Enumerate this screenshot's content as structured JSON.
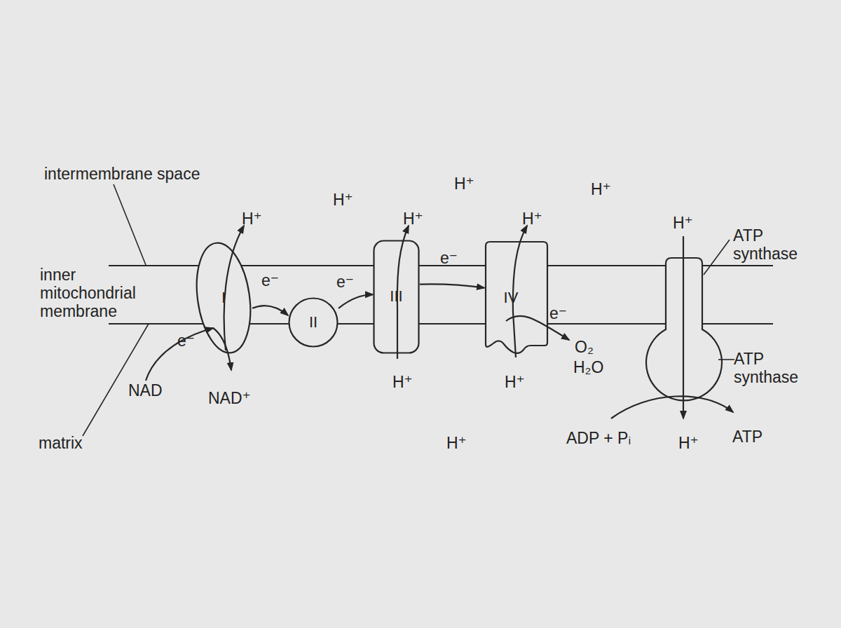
{
  "diagram": {
    "nodes": [
      {
        "text": [
          "I"
        ]
      },
      {
        "text": [
          "II"
        ]
      },
      {
        "text": [
          "III"
        ]
      },
      {
        "text": [
          "IV"
        ]
      }
    ],
    "edges": [
      {
        "from": 0,
        "to": 1,
        "arrow": "to",
        "label": "e⁻"
      },
      {
        "from": 1,
        "to": 2,
        "arrow": "to",
        "label": "e⁻"
      },
      {
        "from": 2,
        "to": 3,
        "arrow": "to",
        "label": "e⁻"
      }
    ],
    "labels": [
      "intermembrane space",
      "inner mitochondrial membrane",
      "matrix",
      "H⁺",
      "H⁺",
      "H⁺",
      "H⁺",
      "H⁺",
      "H⁺",
      "H⁺",
      "ATP synthase",
      "e⁻",
      "NAD",
      "NAD⁺",
      "H⁺",
      "H⁺",
      "e⁻",
      "O₂",
      "H₂O",
      "ATP synthase",
      "H⁺",
      "ADP + Pᵢ",
      "H⁺",
      "ATP"
    ]
  }
}
